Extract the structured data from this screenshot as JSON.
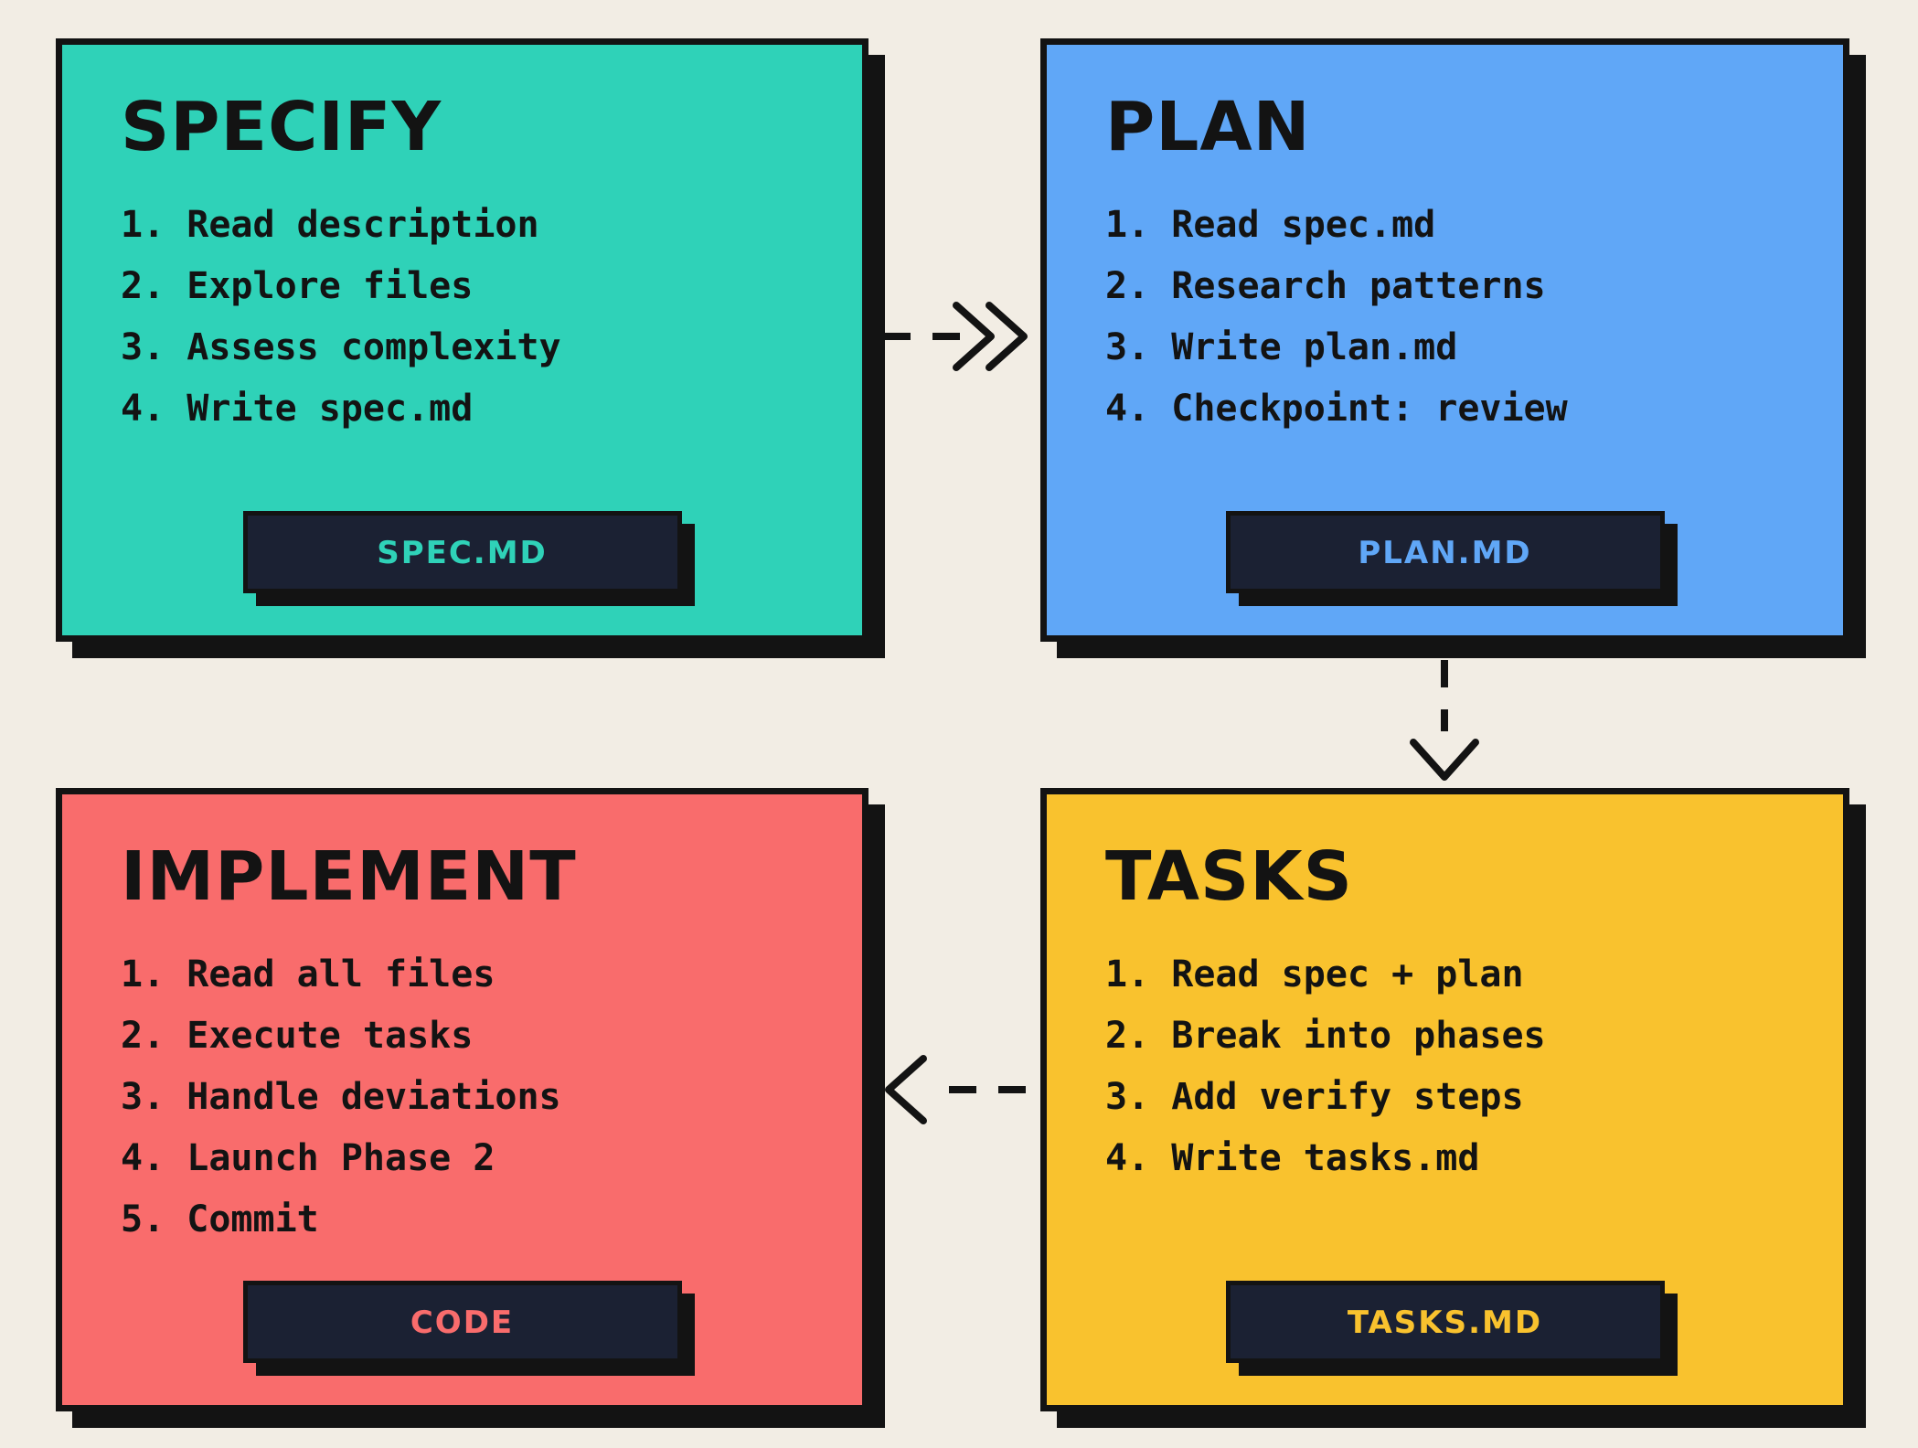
{
  "page": {
    "background_color": "#f2ede4",
    "ink_color": "#131313",
    "badge_background": "#1b2133"
  },
  "cards": [
    {
      "id": "specify",
      "title": "SPECIFY",
      "color": "#2fd2b8",
      "steps": [
        "1. Read description",
        "2. Explore files",
        "3. Assess complexity",
        "4. Write spec.md"
      ],
      "badge": "SPEC.MD"
    },
    {
      "id": "plan",
      "title": "PLAN",
      "color": "#60a7f7",
      "steps": [
        "1. Read spec.md",
        "2. Research patterns",
        "3. Write plan.md",
        "4. Checkpoint: review"
      ],
      "badge": "PLAN.MD"
    },
    {
      "id": "tasks",
      "title": "TASKS",
      "color": "#f9c22e",
      "steps": [
        "1. Read spec + plan",
        "2. Break into phases",
        "3. Add verify steps",
        "4. Write tasks.md"
      ],
      "badge": "TASKS.MD"
    },
    {
      "id": "implement",
      "title": "IMPLEMENT",
      "color": "#f96c6c",
      "steps": [
        "1. Read all files",
        "2. Execute tasks",
        "3. Handle deviations",
        "4. Launch Phase 2",
        "5. Commit"
      ],
      "badge": "CODE"
    }
  ],
  "arrows": [
    {
      "from": "specify",
      "to": "plan"
    },
    {
      "from": "plan",
      "to": "tasks"
    },
    {
      "from": "tasks",
      "to": "implement"
    }
  ]
}
